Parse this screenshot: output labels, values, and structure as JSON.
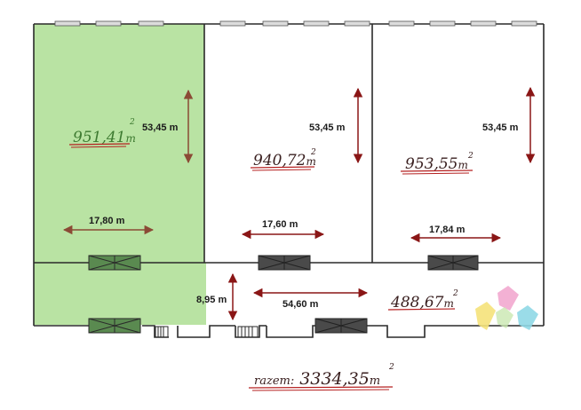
{
  "units": [
    {
      "id": "unit-1",
      "area": "951,41",
      "area_unit": "m",
      "area_exp": "2",
      "height": "53,45 m",
      "width": "17,80 m",
      "highlighted": true
    },
    {
      "id": "unit-2",
      "area": "940,72",
      "area_unit": "m",
      "area_exp": "2",
      "height": "53,45 m",
      "width": "17,60 m",
      "highlighted": false
    },
    {
      "id": "unit-3",
      "area": "953,55",
      "area_unit": "m",
      "area_exp": "2",
      "height": "53,45 m",
      "width": "17,84 m",
      "highlighted": false
    }
  ],
  "corridor": {
    "area": "488,67",
    "area_unit": "m",
    "area_exp": "2",
    "height": "8,95 m",
    "width": "54,60 m"
  },
  "total": {
    "label": "razem:",
    "area": "3334,35",
    "area_unit": "m",
    "area_exp": "2"
  },
  "colors": {
    "highlight_fill": "#b9e3a3",
    "area_text_green": "#3d7a30",
    "area_text_dark": "#3a2020",
    "underline_red": "#b52020",
    "arrow_dark_red": "#8a1616",
    "arrow_brown": "#8b4a35",
    "wall": "#2a2a2a",
    "door_green": "#5a8a50",
    "door_dark": "#4a4a4a",
    "logo_yellow": "#f5e27a",
    "logo_pink": "#f2a8cf",
    "logo_cyan": "#8fd8e6"
  }
}
